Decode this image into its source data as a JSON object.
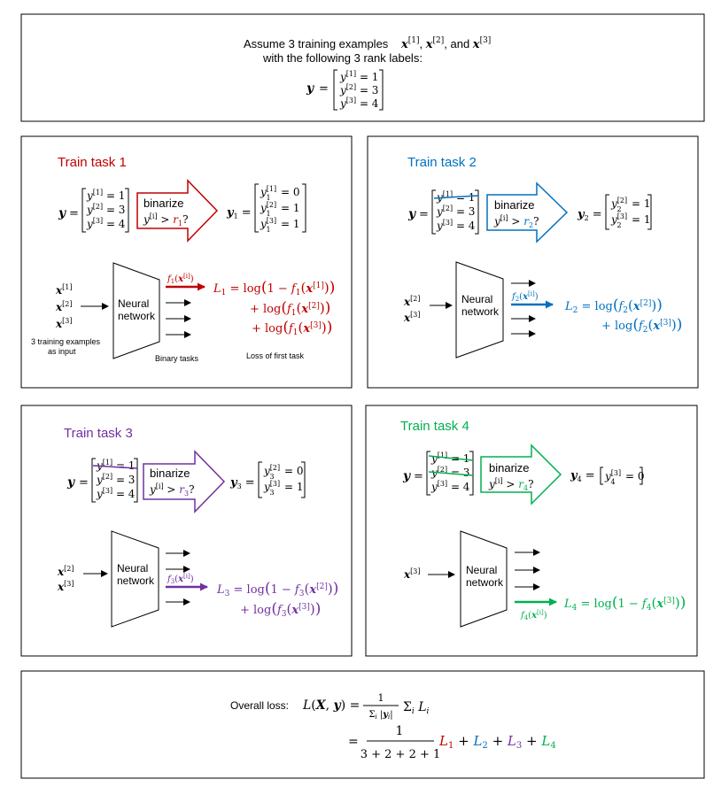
{
  "colors": {
    "task1": "#c00000",
    "task2": "#0070c0",
    "task3": "#7030a0",
    "task4": "#00b050",
    "ink": "#000000"
  },
  "header": {
    "line1": "Assume 3 training examples",
    "x1": "x",
    "sup1": "[1]",
    "comma": ",",
    "x2": "x",
    "sup2": "[2]",
    "and": ", and",
    "x3": "x",
    "sup3": "[3]",
    "line2": "with the following 3 rank labels:",
    "ylabel": "y",
    "eq": "=",
    "rows": [
      "y[1] = 1",
      "y[2] = 3",
      "y[3] = 4"
    ]
  },
  "common": {
    "y_vec": "y",
    "eq": "=",
    "binarize": "binarize",
    "neural": "Neural",
    "network": "network",
    "x1": "x[1]",
    "x2": "x[2]",
    "x3": "x[3]"
  },
  "task1": {
    "title": "Train task 1",
    "y_rows": [
      "y[1] = 1",
      "y[2] = 3",
      "y[3] = 4"
    ],
    "condition": "y[i] > r1?",
    "out_label": "y1 =",
    "out_rows": [
      "y1[1] = 0",
      "y1[2] = 1",
      "y1[3] = 1"
    ],
    "f_label": "f1(x[i])",
    "loss_l1": "L1 =  log(1 − f1(x[1]))",
    "loss_l2": "+ log(f1(x[2]))",
    "loss_l3": "+ log(f1(x[3]))",
    "caption_input_1": "3 training examples",
    "caption_input_2": "as input",
    "caption_tasks": "Binary tasks",
    "caption_loss": "Loss of first task"
  },
  "task2": {
    "title": "Train task 2",
    "y_rows": [
      "y[1] = 1",
      "y[2] = 3",
      "y[3] = 4"
    ],
    "condition": "y[i] > r2?",
    "out_label": "y2 =",
    "out_rows": [
      "y2[2] = 1",
      "y2[3] = 1"
    ],
    "f_label": "f2(x[i])",
    "loss_l1": "L2 =  log(f2(x[2]))",
    "loss_l2": "+ log(f2(x[3]))"
  },
  "task3": {
    "title": "Train task 3",
    "y_rows": [
      "y[1] = 1",
      "y[2] = 3",
      "y[3] = 4"
    ],
    "condition": "y[i] > r3?",
    "out_label": "y3 =",
    "out_rows": [
      "y3[2] = 0",
      "y3[3] = 1"
    ],
    "f_label": "f3(x[i])",
    "loss_l1": "L3 =  log(1 − f3(x[2]))",
    "loss_l2": "+ log(f3(x[3]))"
  },
  "task4": {
    "title": "Train task 4",
    "y_rows": [
      "y[1] = 1",
      "y[2] = 3",
      "y[3] = 4"
    ],
    "condition": "y[i] > r4?",
    "out_label": "y4 =",
    "out_row": "y4[3] = 0",
    "f_label": "f4(x[i])",
    "loss_l1": "L4 =  log(1 − f4(x[3]))"
  },
  "overall": {
    "label": "Overall loss:",
    "lhs": "L(X, y) =",
    "frac_num": "1",
    "frac_den": "Σi |yi|",
    "sum": "Σi Li",
    "eq2": "=",
    "frac2_num": "1",
    "frac2_den": "3 + 2 + 2 + 1",
    "L1": "L1",
    "L2": "L2",
    "L3": "L3",
    "L4": "L4",
    "plus": "+"
  }
}
